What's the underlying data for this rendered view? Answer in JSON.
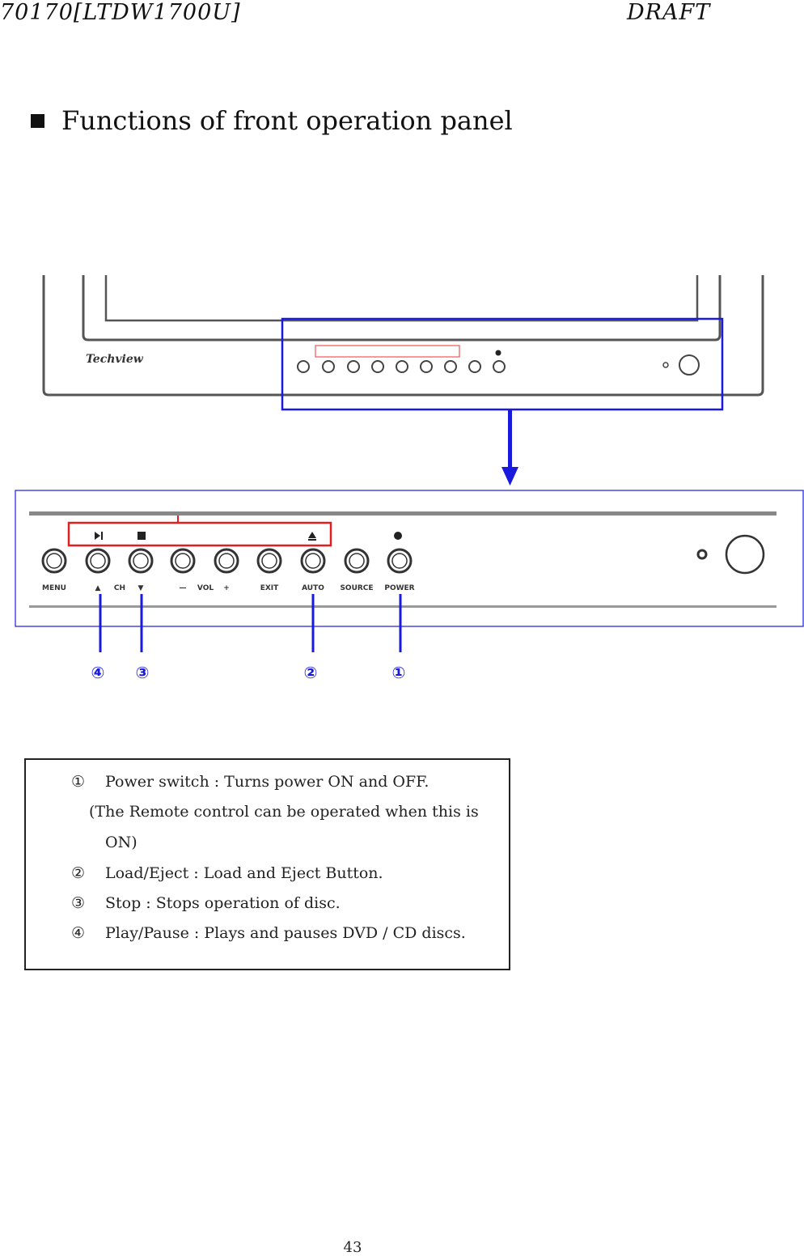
{
  "header": {
    "doc_id": "70170[LTDW1700U]",
    "status": "DRAFT"
  },
  "section_title": "Functions of front operation panel",
  "figure": {
    "brand_logo": "Techview",
    "panel_labels": {
      "menu": "MENU",
      "ch_up": "▲",
      "ch": "CH",
      "ch_down": "▼",
      "vol_minus": "—",
      "vol": "VOL",
      "vol_plus": "+",
      "exit": "EXIT",
      "auto": "AUTO",
      "source": "SOURCE",
      "power": "POWER"
    },
    "callouts": [
      "④",
      "③",
      "②",
      "①"
    ],
    "colors": {
      "highlight_box": "#1a1adf",
      "dvd_group_box": "#e02020",
      "arrow": "#1a1adf"
    }
  },
  "descriptions": [
    {
      "num": "①",
      "text": "Power switch : Turns power ON and OFF."
    },
    {
      "num": "",
      "text": "(The Remote control can be operated when this is"
    },
    {
      "num": "",
      "text": "ON)"
    },
    {
      "num": "②",
      "text": "Load/Eject : Load and Eject Button."
    },
    {
      "num": "③",
      "text": "Stop : Stops operation of disc."
    },
    {
      "num": "④",
      "text": "Play/Pause : Plays and pauses DVD / CD discs."
    }
  ],
  "page_number": "43"
}
